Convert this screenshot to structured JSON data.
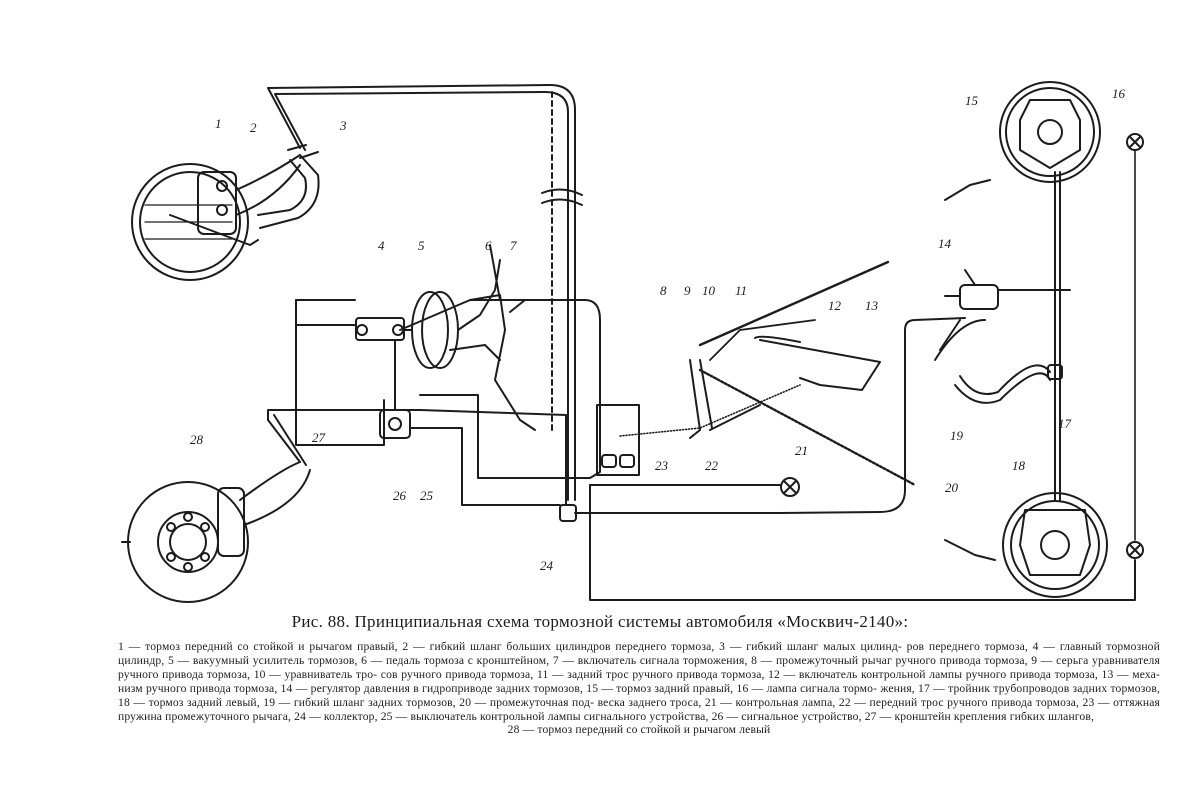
{
  "figure": {
    "caption": "Рис. 88. Принципиальная схема тормозной системы автомобиля «Москвич-2140»:",
    "legend_lines": [
      "1 — тормоз передний со стойкой и рычагом правый, 2 — гибкий шланг больших цилиндров переднего тормоза, 3 — гибкий шланг малых цилинд-",
      "ров переднего тормоза, 4 — главный тормозной цилиндр, 5 — вакуумный усилитель тормозов, 6 — педаль тормоза с кронштейном, 7 — включатель",
      "сигнала торможения, 8 — промежуточный рычаг ручного привода тормоза, 9 — серьга уравнивателя ручного привода тормоза, 10 — уравниватель тро-",
      "сов ручного привода тормоза, 11 — задний трос ручного привода тормоза, 12 — включатель контрольной лампы ручного привода тормоза, 13 — меха-",
      "низм ручного привода тормоза, 14 — регулятор давления в гидроприводе задних тормозов, 15 — тормоз задний правый, 16 — лампа сигнала тормо-",
      "жения, 17 — тройник трубопроводов задних тормозов, 18 — тормоз задний левый, 19 — гибкий шланг задних тормозов, 20 — промежуточная под-",
      "веска заднего троса, 21 — контрольная лампа, 22 — передний трос ручного привода тормоза, 23 — оттяжная пружина промежуточного рычага, 24 —",
      "коллектор, 25 — выключатель контрольной лампы сигнального устройства, 26 — сигнальное устройство, 27 — кронштейн крепления гибких шлангов,",
      "28 — тормоз передний со стойкой и рычагом левый"
    ],
    "callouts": [
      "1",
      "2",
      "3",
      "4",
      "5",
      "6",
      "7",
      "8",
      "9",
      "10",
      "11",
      "12",
      "13",
      "14",
      "15",
      "16",
      "17",
      "18",
      "19",
      "20",
      "21",
      "22",
      "23",
      "24",
      "25",
      "26",
      "27",
      "28"
    ]
  }
}
